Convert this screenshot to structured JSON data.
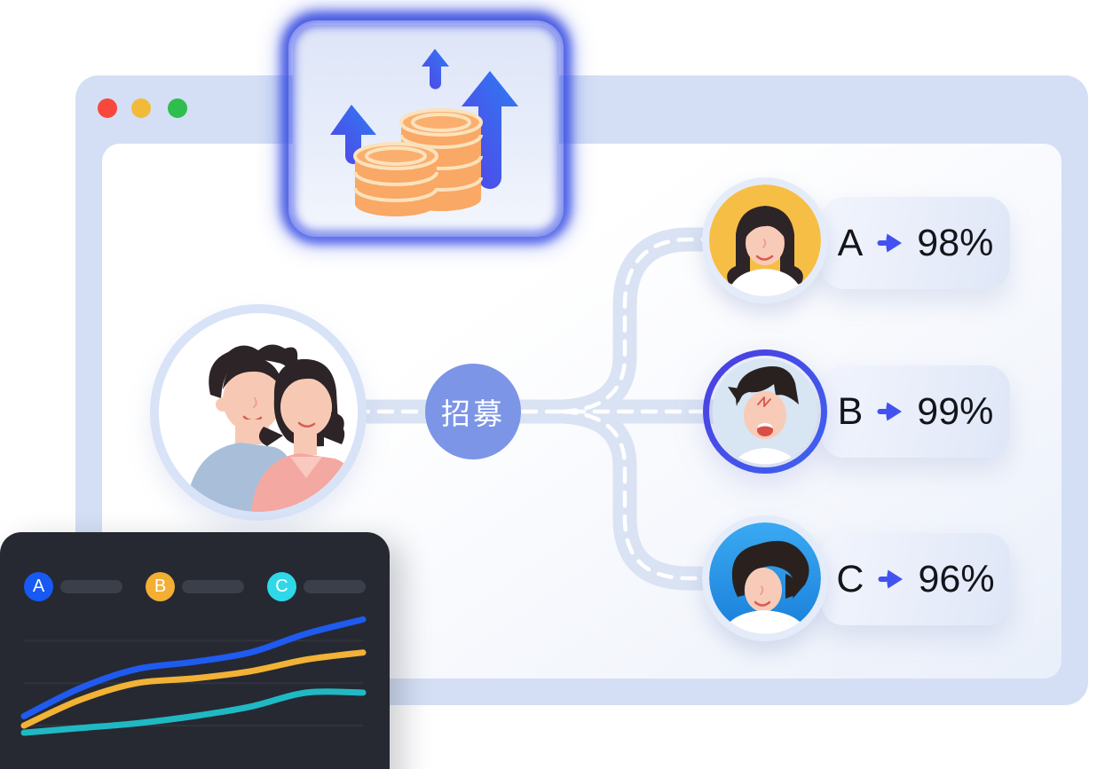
{
  "window": {
    "traffic_lights": [
      {
        "name": "close",
        "color": "#F8473C"
      },
      {
        "name": "minimize",
        "color": "#F2BA3A"
      },
      {
        "name": "maximize",
        "color": "#2FBD4E"
      }
    ]
  },
  "growth_card": {
    "icon": "coins-growth-arrows",
    "glow_color": "#3550EA",
    "coin_color": "#F9A865",
    "arrow_color": "#4A53E9"
  },
  "flow": {
    "center_label": "招募",
    "source_icon": "couple-avatar",
    "hub_color": "#7D95E7",
    "road_color": "#DAE3F4",
    "result_arrow_icon": "arrow-right",
    "result_arrow_color": "#4252F1",
    "results": [
      {
        "id": "A",
        "avatar_icon": "woman-avatar-yellow",
        "value": "98%"
      },
      {
        "id": "B",
        "avatar_icon": "man-avatar-target",
        "value": "99%"
      },
      {
        "id": "C",
        "avatar_icon": "man-avatar-blue",
        "value": "96%"
      }
    ]
  },
  "chart_data": {
    "type": "line",
    "title": "",
    "xlabel": "",
    "ylabel": "",
    "x": [
      0,
      1,
      2,
      3,
      4,
      5,
      6
    ],
    "series": [
      {
        "name": "A",
        "color": "#1F5BF0",
        "badge_color": "#1759F2",
        "values": [
          22,
          34,
          42,
          45,
          49,
          57,
          63
        ]
      },
      {
        "name": "B",
        "color": "#F2B236",
        "badge_color": "#F3AE34",
        "values": [
          18,
          29,
          36,
          38,
          41,
          46,
          49
        ]
      },
      {
        "name": "C",
        "color": "#1FB9C4",
        "badge_color": "#2FD8E8",
        "values": [
          15,
          17,
          19,
          22,
          26,
          32,
          32
        ]
      }
    ],
    "y_gridlines": [
      18,
      36,
      54
    ],
    "ylim": [
      0,
      70
    ],
    "grid": true,
    "legend_position": "top",
    "legend_labels_placeholder": true
  }
}
